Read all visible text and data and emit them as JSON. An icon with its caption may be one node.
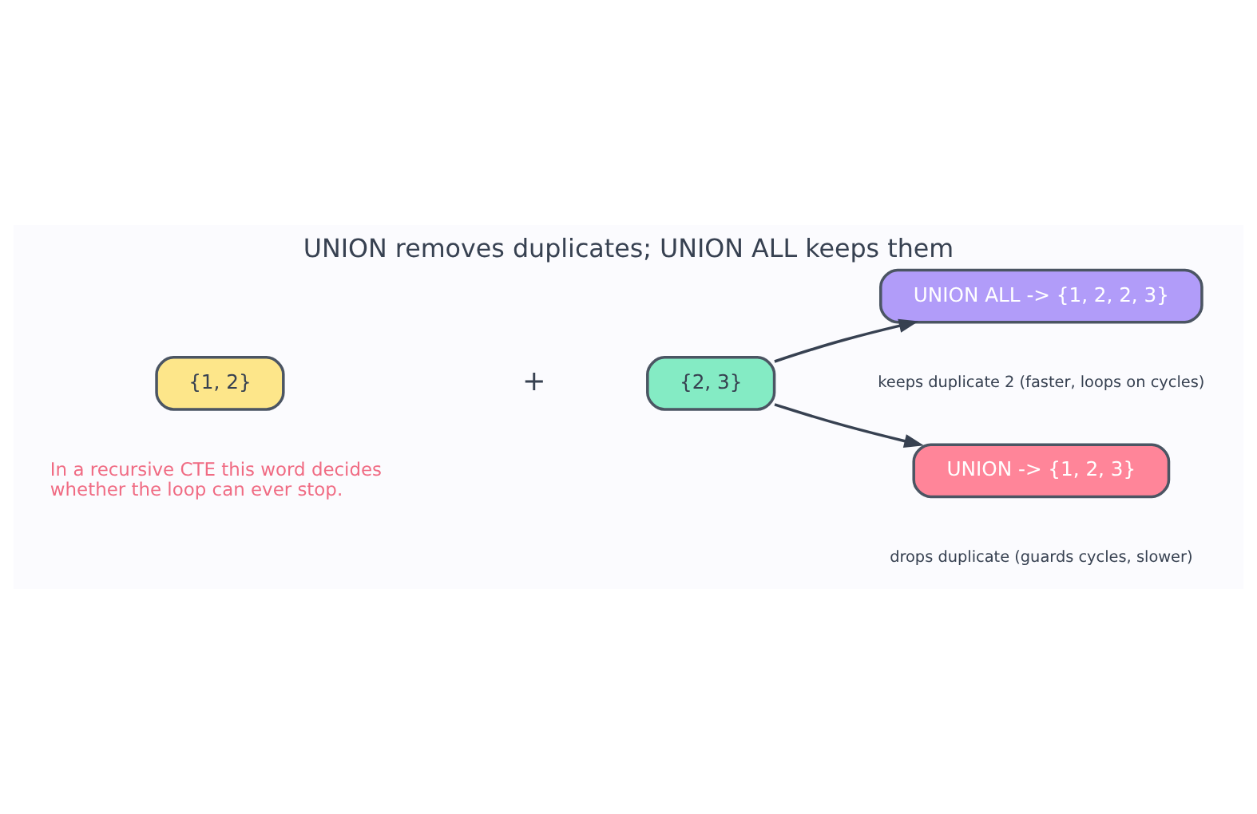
{
  "diagram": {
    "title": "UNION removes duplicates; UNION ALL keeps them",
    "nodes": [
      {
        "text": [
          "{1, 2}"
        ]
      },
      {
        "text": [
          "{2, 3}"
        ]
      },
      {
        "text": [
          "UNION ALL -> {1, 2, 2, 3}"
        ],
        "beside": [
          "keeps duplicate 2 (faster, loops on cycles)"
        ]
      },
      {
        "text": [
          "UNION -> {1, 2, 3}"
        ],
        "beside": [
          "drops duplicate (guards cycles, slower)"
        ]
      }
    ],
    "edges": [
      {
        "from": 1,
        "to": 2,
        "arrow": "to"
      },
      {
        "from": 1,
        "to": 3,
        "arrow": "to"
      }
    ],
    "labels": [
      "+",
      "In a recursive CTE this word decides whether the loop can ever stop."
    ]
  }
}
